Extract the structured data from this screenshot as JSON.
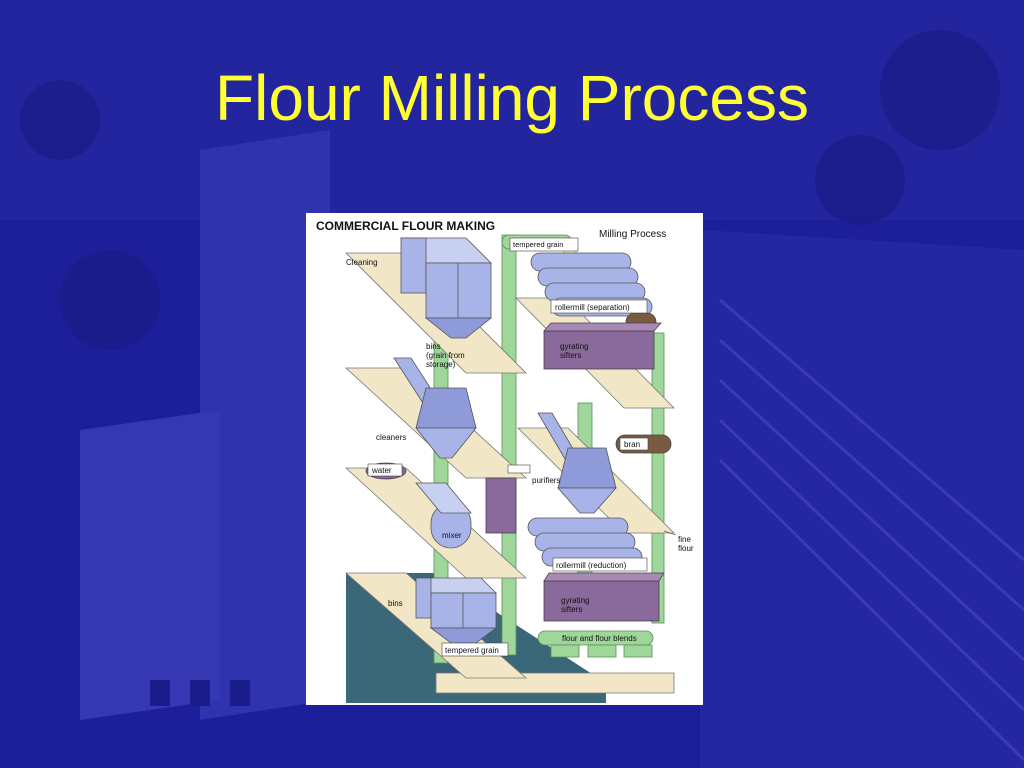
{
  "slide": {
    "title": "Flour Milling Process"
  },
  "figure": {
    "heading": "COMMERCIAL FLOUR MAKING",
    "subheading": "Milling Process",
    "labels": {
      "cleaning": "Cleaning",
      "tempered_grain_top": "tempered grain",
      "rollermill_separation": "rollermill (separation)",
      "gyrating_sifters_top_1": "gyrating",
      "gyrating_sifters_top_2": "sifters",
      "bins_storage_1": "bins",
      "bins_storage_2": "(grain from",
      "bins_storage_3": "storage)",
      "cleaners": "cleaners",
      "bran": "bran",
      "water": "water",
      "purifiers": "purifiers",
      "mixer": "mixer",
      "fine_flour_1": "fine",
      "fine_flour_2": "flour",
      "rollermill_reduction": "rollermill (reduction)",
      "gyrating_sifters_bottom_1": "gyrating",
      "gyrating_sifters_bottom_2": "sifters",
      "bins": "bins",
      "flour_blends": "flour and flour blends",
      "tempered_grain_bottom": "tempered grain"
    }
  },
  "colors": {
    "slide_background": "#1d1f9a",
    "title": "#ffff33",
    "floor": "#f1e6c6",
    "machine": "#a8b4e8",
    "sifter": "#8a6a9a",
    "pipe_green": "#9fd69a",
    "pipe_yellow": "#f2efa6",
    "bran": "#7a5a40",
    "base": "#3b6878"
  }
}
